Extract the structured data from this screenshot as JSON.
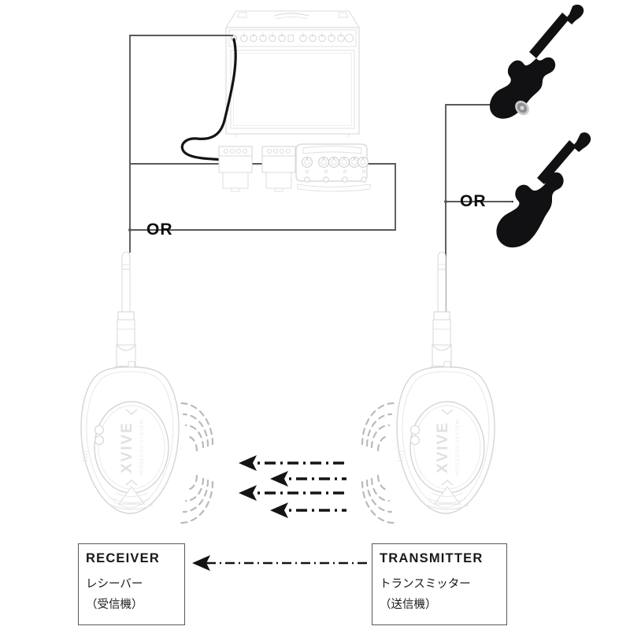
{
  "diagram": {
    "type": "wireless-guitar-system-connection-diagram",
    "background_color": "#ffffff",
    "line_color": "#59595b",
    "cable_color": "#1a1a1a",
    "outline_color": "#d8d8dc",
    "text_color": "#19191b"
  },
  "labels": {
    "receiver": {
      "title": "RECEIVER",
      "jp_katakana": "レシーバー",
      "jp_kanji": "（受信機）"
    },
    "transmitter": {
      "title": "TRANSMITTER",
      "jp_katakana": "トランスミッター",
      "jp_kanji": "（送信機）"
    }
  },
  "connectors": {
    "or_left": "OR",
    "or_right": "OR"
  },
  "devices": {
    "amplifier": {
      "name": "guitar-combo-amplifier",
      "knob_count": 11
    },
    "pedal_1": {
      "name": "compact-effect-pedal"
    },
    "pedal_2": {
      "name": "compact-effect-pedal"
    },
    "pedal_3": {
      "name": "multi-effects-pedal",
      "knob_count": 6,
      "footswitch_count": 4
    },
    "guitar_top": {
      "name": "electric-guitar-superstrat"
    },
    "guitar_bottom": {
      "name": "electric-guitar-single-cutaway"
    },
    "receiver_unit": {
      "name": "wireless-receiver-bodypack"
    },
    "transmitter_unit": {
      "name": "wireless-transmitter-bodypack"
    }
  },
  "signal": {
    "direction": "transmitter-to-receiver",
    "arrow_count": 4,
    "style": "dash-dot",
    "wave_arc_count_per_side": 5
  }
}
